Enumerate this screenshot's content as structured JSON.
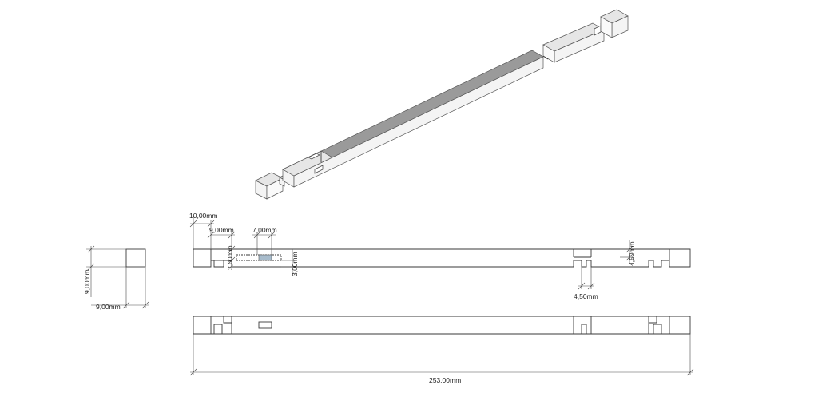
{
  "dimensions": {
    "notch_offset": "10,00mm",
    "notch_width": "9,00mm",
    "mortise_width": "7,00mm",
    "notch_depth": "3,00mm",
    "mortise_depth": "3,00mm",
    "slot_height": "4,50mm",
    "slot_width": "4,50mm",
    "section_height": "9,00mm",
    "section_width": "9,00mm",
    "total_length": "253,00mm"
  }
}
